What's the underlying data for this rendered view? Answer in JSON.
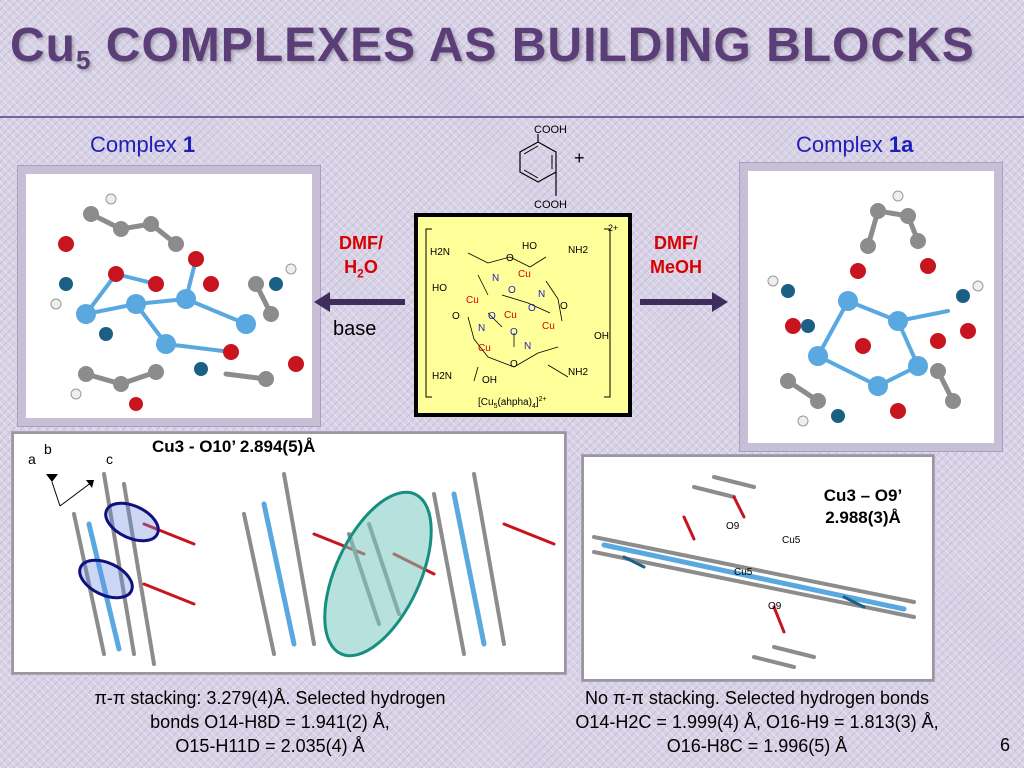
{
  "title": {
    "main": "Cu",
    "sub": "5",
    "rest": " COMPLEXES AS BUILDING BLOCKS"
  },
  "left_complex": {
    "prefix": "Complex ",
    "number": "1"
  },
  "right_complex": {
    "prefix": "Complex ",
    "number": "1a"
  },
  "reagent": {
    "group_top": "COOH",
    "group_bottom": "COOH",
    "plus": "+"
  },
  "reaction_left": {
    "line1": "DMF/",
    "line2_a": "H",
    "line2_sub": "2",
    "line2_b": "O",
    "base": "base"
  },
  "reaction_right": {
    "line1": "DMF/",
    "line2": "MeOH"
  },
  "center": {
    "charge": "2+",
    "formula_a": "[Cu",
    "formula_sub": "5",
    "formula_b": "(ahpha)",
    "formula_sub2": "4",
    "formula_c": "]",
    "formula_sup": "2+",
    "atoms": {
      "h2n_tl": "H2N",
      "ho_top": "HO",
      "nh2_tr": "NH2",
      "ho_left": "HO",
      "oh_right": "OH",
      "h2n_bl": "H2N",
      "oh_bottom": "OH",
      "nh2_br": "NH2",
      "cu": "Cu",
      "n": "N",
      "o": "O"
    }
  },
  "stacking_panel": {
    "label": "Cu3 - O10’ 2.894(5)Å",
    "axis_a": "a",
    "axis_b": "b",
    "axis_c": "c"
  },
  "right_bottom_panel": {
    "label_line1": "Cu3 – O9’",
    "label_line2": "2.988(3)Å",
    "o9a": "O9",
    "cu5a": "Cu5",
    "cu5b": "Cu5",
    "o9b": "O9"
  },
  "caption_left": {
    "line1": "π-π stacking: 3.279(4)Å. Selected hydrogen",
    "line2": "bonds O14-H8D = 1.941(2) Å,",
    "line3": "O15-H11D = 2.035(4) Å"
  },
  "caption_right": {
    "line1": "No π-π stacking. Selected hydrogen bonds",
    "line2": "O14-H2C = 1.999(4) Å, O16-H9 = 1.813(3) Å,",
    "line3": "O16-H8C = 1.996(5) Å"
  },
  "page_number": "6",
  "colors": {
    "title": "#5b3e78",
    "complex_label": "#1f1fb8",
    "reaction_label": "#d90000",
    "center_fill": "#ffff9a",
    "cu_atom": "#5aa8e0",
    "o_atom": "#c8141e",
    "c_atom": "#8c8c8c",
    "n_atom": "#1c5f85",
    "ellipse_teal": "#7cc8c0",
    "ellipse_navy": "#101080"
  }
}
